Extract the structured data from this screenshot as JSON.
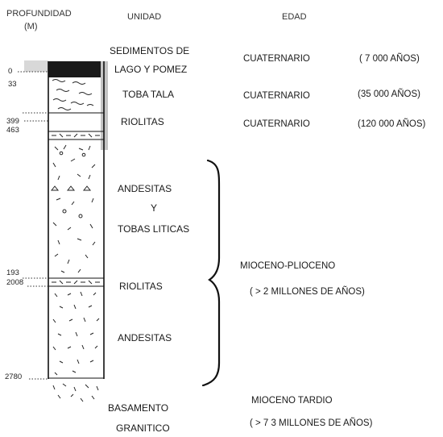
{
  "headers": {
    "depth": "PROFUNDIDAD",
    "depth_unit": "(M)",
    "unit": "UNIDAD",
    "age": "EDAD"
  },
  "depth_marks": [
    "0",
    "33",
    "399",
    "463",
    "193",
    "2008",
    "2780"
  ],
  "units": {
    "sedimentos_line1": "SEDIMENTOS DE",
    "sedimentos_line2": "LAGO Y POMEZ",
    "toba_tala": "TOBA TALA",
    "riolitas_upper": "RIOLITAS",
    "andesitas_tobas_line1": "ANDESITAS",
    "andesitas_tobas_line2": "Y",
    "andesitas_tobas_line3": "TOBAS LITICAS",
    "riolitas_lower": "RIOLITAS",
    "andesitas_lower": "ANDESITAS",
    "basamento_line1": "BASAMENTO",
    "basamento_line2": "GRANITICO"
  },
  "ages": {
    "cuaternario_1": "CUATERNARIO",
    "age_1": "( 7 000 AÑOS)",
    "cuaternario_2": "CUATERNARIO",
    "age_2": "(35 000 AÑOS)",
    "cuaternario_3": "CUATERNARIO",
    "age_3": "(120 000 AÑOS)",
    "mioceno_plioceno": "MIOCENO-PLIOCENO",
    "mioceno_plioceno_age": "( > 2 MILLONES DE AÑOS)",
    "mioceno_tardio": "MIOCENO TARDIO",
    "mioceno_tardio_age": "( > 7 3 MILLONES DE AÑOS)"
  }
}
